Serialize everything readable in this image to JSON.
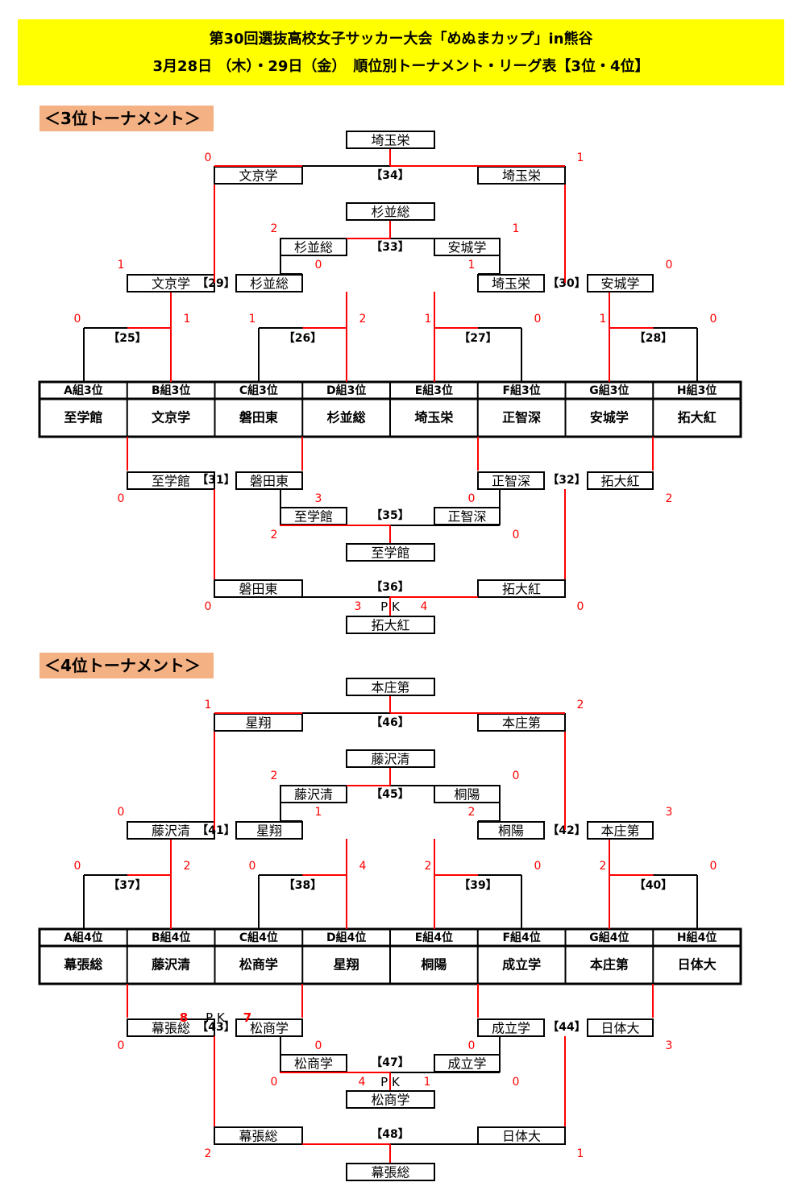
{
  "header": {
    "line1": "第30回選抜高校女子サッカー大会「めぬまカップ」in熊谷",
    "line2": "3月28日 （木）・29日（金）　順位別トーナメント・リーグ表【3位・4位】"
  },
  "colors": {
    "header_bg": "#ffff00",
    "section_bg": "#f4b183",
    "win_line": "#ff0000",
    "score": "#ff0000"
  },
  "tournaments": [
    {
      "title": "＜3位トーナメント＞",
      "groups": [
        {
          "label": "A組3位",
          "team": "至学館"
        },
        {
          "label": "B組3位",
          "team": "文京学"
        },
        {
          "label": "C組3位",
          "team": "磐田東"
        },
        {
          "label": "D組3位",
          "team": "杉並総"
        },
        {
          "label": "E組3位",
          "team": "埼玉栄"
        },
        {
          "label": "F組3位",
          "team": "正智深"
        },
        {
          "label": "G組3位",
          "team": "安城学"
        },
        {
          "label": "H組3位",
          "team": "拓大紅"
        }
      ],
      "r1": [
        {
          "num": "【25】",
          "s1": "0",
          "s2": "1"
        },
        {
          "num": "【26】",
          "s1": "1",
          "s2": "2"
        },
        {
          "num": "【27】",
          "s1": "1",
          "s2": "0"
        },
        {
          "num": "【28】",
          "s1": "1",
          "s2": "0"
        }
      ],
      "top_qf": [
        {
          "num": "【29】",
          "left": "文京学",
          "right": "杉並総",
          "s1": "1",
          "s2": "0"
        },
        {
          "num": "【30】",
          "left": "埼玉栄",
          "right": "安城学",
          "s1": "1",
          "s2": "0"
        }
      ],
      "top_inner": {
        "num": "【33】",
        "left": "杉並総",
        "right": "安城学",
        "s1": "2",
        "s2": "1",
        "winner": "杉並総"
      },
      "top_outer": {
        "num": "【34】",
        "left": "文京学",
        "right": "埼玉栄",
        "s1": "0",
        "s2": "1",
        "winner": "埼玉栄"
      },
      "bot_qf": [
        {
          "num": "【31】",
          "left": "至学館",
          "right": "磐田東",
          "s1": "0",
          "s2": "3"
        },
        {
          "num": "【32】",
          "left": "正智深",
          "right": "拓大紅",
          "s1": "0",
          "s2": "2"
        }
      ],
      "bot_inner": {
        "num": "【35】",
        "left": "至学館",
        "right": "正智深",
        "s1": "2",
        "s2": "0",
        "winner": "至学館"
      },
      "bot_outer": {
        "num": "【36】",
        "left": "磐田東",
        "right": "拓大紅",
        "s1": "0",
        "s2": "0",
        "winner": "拓大紅",
        "pk_l": "3",
        "pk_r": "4"
      },
      "pk_label": "P K"
    },
    {
      "title": "＜4位トーナメント＞",
      "groups": [
        {
          "label": "A組4位",
          "team": "幕張総"
        },
        {
          "label": "B組4位",
          "team": "藤沢清"
        },
        {
          "label": "C組4位",
          "team": "松商学"
        },
        {
          "label": "D組4位",
          "team": "星翔"
        },
        {
          "label": "E組4位",
          "team": "桐陽"
        },
        {
          "label": "F組4位",
          "team": "成立学"
        },
        {
          "label": "G組4位",
          "team": "本庄第"
        },
        {
          "label": "H組4位",
          "team": "日体大"
        }
      ],
      "r1": [
        {
          "num": "【37】",
          "s1": "0",
          "s2": "2"
        },
        {
          "num": "【38】",
          "s1": "0",
          "s2": "4"
        },
        {
          "num": "【39】",
          "s1": "2",
          "s2": "0"
        },
        {
          "num": "【40】",
          "s1": "2",
          "s2": "0"
        }
      ],
      "top_qf": [
        {
          "num": "【41】",
          "left": "藤沢清",
          "right": "星翔",
          "s1": "0",
          "s2": "1"
        },
        {
          "num": "【42】",
          "left": "桐陽",
          "right": "本庄第",
          "s1": "2",
          "s2": "3"
        }
      ],
      "top_inner": {
        "num": "【45】",
        "left": "藤沢清",
        "right": "桐陽",
        "s1": "2",
        "s2": "0",
        "winner": "藤沢清"
      },
      "top_outer": {
        "num": "【46】",
        "left": "星翔",
        "right": "本庄第",
        "s1": "1",
        "s2": "2",
        "winner": "本庄第"
      },
      "bot_qf": [
        {
          "num": "【43】",
          "left": "幕張総",
          "right": "松商学",
          "s1": "0",
          "s2": "0",
          "pk_l": "8",
          "pk_r": "7"
        },
        {
          "num": "【44】",
          "left": "成立学",
          "right": "日体大",
          "s1": "0",
          "s2": "3"
        }
      ],
      "bot_inner": {
        "num": "【47】",
        "left": "松商学",
        "right": "成立学",
        "s1": "0",
        "s2": "0",
        "winner": "松商学",
        "pk_l": "4",
        "pk_r": "1"
      },
      "bot_outer": {
        "num": "【48】",
        "left": "幕張総",
        "right": "日体大",
        "s1": "2",
        "s2": "1",
        "winner": "幕張総"
      },
      "pk_label": "P K"
    }
  ]
}
